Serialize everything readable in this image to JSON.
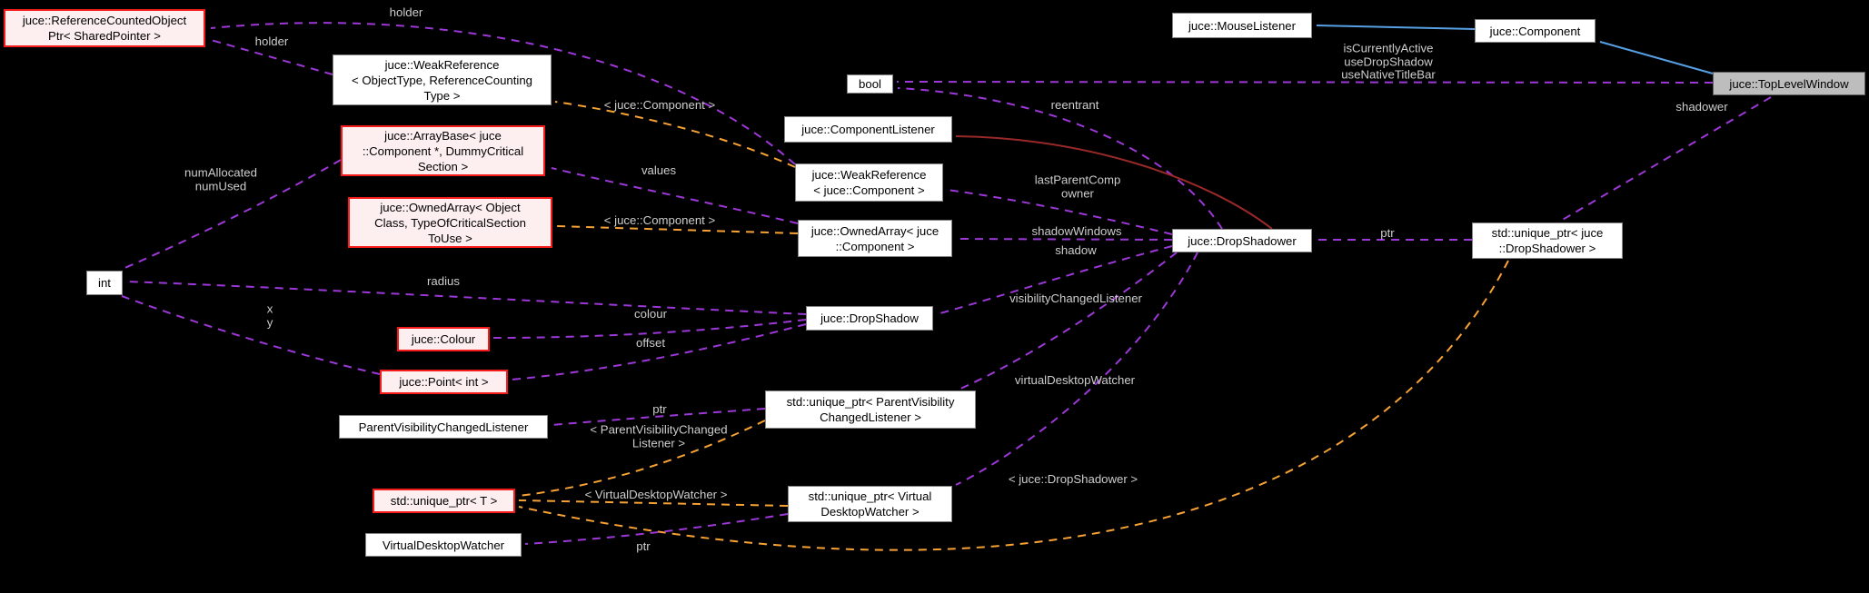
{
  "diagram": {
    "type": "doxygen-collaboration-graph",
    "subject": "juce::TopLevelWindow",
    "colors": {
      "background": "#000000",
      "member-edge": "#9D38D8",
      "template-instantiation-edge": "#F7A234",
      "public-inheritance-edge": "#57A0E4",
      "private-inheritance-edge": "#992929",
      "node-fill": "#FFFFFF",
      "node-border": "#858585",
      "truncated-node-fill": "#FDEFEF",
      "truncated-node-border": "#F61B1B",
      "subject-node-fill": "#BDBDBD",
      "edge-label-color": "#CDCDCD"
    },
    "nodes": [
      {
        "id": "refcounted",
        "lines": [
          "juce::ReferenceCountedObject",
          "Ptr< SharedPointer >"
        ]
      },
      {
        "id": "weakref-generic",
        "lines": [
          "juce::WeakReference",
          "< ObjectType, ReferenceCounting",
          "Type >"
        ]
      },
      {
        "id": "arraybase",
        "lines": [
          "juce::ArrayBase< juce",
          "::Component *, DummyCritical",
          "Section >"
        ]
      },
      {
        "id": "ownedarray-generic",
        "lines": [
          "juce::OwnedArray< Object",
          "Class, TypeOfCriticalSection",
          "ToUse >"
        ]
      },
      {
        "id": "int",
        "lines": [
          "int"
        ]
      },
      {
        "id": "colour",
        "lines": [
          "juce::Colour"
        ]
      },
      {
        "id": "point-int",
        "lines": [
          "juce::Point< int >"
        ]
      },
      {
        "id": "parent-visibility-changed-listener",
        "lines": [
          "ParentVisibilityChangedListener"
        ]
      },
      {
        "id": "unique-ptr-t",
        "lines": [
          "std::unique_ptr< T >"
        ]
      },
      {
        "id": "virtual-desktop-watcher",
        "lines": [
          "VirtualDesktopWatcher"
        ]
      },
      {
        "id": "bool",
        "lines": [
          "bool"
        ]
      },
      {
        "id": "component-listener",
        "lines": [
          "juce::ComponentListener"
        ]
      },
      {
        "id": "weakref-component",
        "lines": [
          "juce::WeakReference",
          "< juce::Component >"
        ]
      },
      {
        "id": "ownedarray-component",
        "lines": [
          "juce::OwnedArray< juce",
          "::Component >"
        ]
      },
      {
        "id": "dropshadow",
        "lines": [
          "juce::DropShadow"
        ]
      },
      {
        "id": "unique-ptr-parent-visibility",
        "lines": [
          "std::unique_ptr< ParentVisibility",
          "ChangedListener >"
        ]
      },
      {
        "id": "unique-ptr-virtual-desktop",
        "lines": [
          "std::unique_ptr< Virtual",
          "DesktopWatcher >"
        ]
      },
      {
        "id": "dropshadower",
        "lines": [
          "juce::DropShadower"
        ]
      },
      {
        "id": "unique-ptr-dropshadower",
        "lines": [
          "std::unique_ptr< juce",
          "::DropShadower >"
        ]
      },
      {
        "id": "mouselistener",
        "lines": [
          "juce::MouseListener"
        ]
      },
      {
        "id": "component",
        "lines": [
          "juce::Component"
        ]
      },
      {
        "id": "toplevelwindow",
        "lines": [
          "juce::TopLevelWindow"
        ]
      }
    ],
    "edge_labels": [
      {
        "id": "holder-top",
        "text": "holder"
      },
      {
        "id": "holder-mid",
        "text": "holder"
      },
      {
        "id": "tmpl-component-weakref",
        "text": "< juce::Component >"
      },
      {
        "id": "values",
        "text": "values"
      },
      {
        "id": "tmpl-component-ownedarray",
        "text": "< juce::Component >"
      },
      {
        "id": "numallocated-numused",
        "text": "numAllocated\nnumUsed"
      },
      {
        "id": "radius",
        "text": "radius"
      },
      {
        "id": "x-y",
        "text": "x\ny"
      },
      {
        "id": "colour",
        "text": "colour"
      },
      {
        "id": "offset",
        "text": "offset"
      },
      {
        "id": "ptr-parent-visibility",
        "text": "ptr"
      },
      {
        "id": "tmpl-parent-visibility",
        "text": "< ParentVisibilityChanged\nListener >"
      },
      {
        "id": "tmpl-virtual-desktop",
        "text": "< VirtualDesktopWatcher >"
      },
      {
        "id": "ptr-virtual-desktop",
        "text": "ptr"
      },
      {
        "id": "reentrant",
        "text": "reentrant"
      },
      {
        "id": "lastparentcomp-owner",
        "text": "lastParentComp\nowner"
      },
      {
        "id": "shadowwindows",
        "text": "shadowWindows"
      },
      {
        "id": "shadow",
        "text": "shadow"
      },
      {
        "id": "visibilitychangedlistener",
        "text": "visibilityChangedListener"
      },
      {
        "id": "virtualdesktopwatcher",
        "text": "virtualDesktopWatcher"
      },
      {
        "id": "tmpl-dropshadower",
        "text": "< juce::DropShadower >"
      },
      {
        "id": "ptr-dropshadower",
        "text": "ptr"
      },
      {
        "id": "shadower",
        "text": "shadower"
      },
      {
        "id": "tlw-bool-members",
        "text": "isCurrentlyActive\nuseDropShadow\nuseNativeTitleBar"
      }
    ],
    "edges": [
      {
        "from": "toplevelwindow",
        "to": "bool",
        "label": "isCurrentlyActive useDropShadow useNativeTitleBar",
        "kind": "member"
      },
      {
        "from": "dropshadower",
        "to": "bool",
        "label": "reentrant",
        "kind": "member"
      },
      {
        "from": "dropshadower",
        "to": "component-listener",
        "label": "",
        "kind": "private-inheritance"
      },
      {
        "from": "dropshadower",
        "to": "weakref-component",
        "label": "lastParentComp owner",
        "kind": "member"
      },
      {
        "from": "dropshadower",
        "to": "ownedarray-component",
        "label": "shadowWindows",
        "kind": "member"
      },
      {
        "from": "dropshadower",
        "to": "dropshadow",
        "label": "shadow",
        "kind": "member"
      },
      {
        "from": "dropshadower",
        "to": "unique-ptr-parent-visibility",
        "label": "visibilityChangedListener",
        "kind": "member"
      },
      {
        "from": "dropshadower",
        "to": "unique-ptr-virtual-desktop",
        "label": "virtualDesktopWatcher",
        "kind": "member"
      },
      {
        "from": "unique-ptr-dropshadower",
        "to": "dropshadower",
        "label": "ptr",
        "kind": "member"
      },
      {
        "from": "toplevelwindow",
        "to": "unique-ptr-dropshadower",
        "label": "shadower",
        "kind": "member"
      },
      {
        "from": "unique-ptr-dropshadower",
        "to": "unique-ptr-t",
        "label": "< juce::DropShadower >",
        "kind": "template-instantiation"
      },
      {
        "from": "unique-ptr-parent-visibility",
        "to": "unique-ptr-t",
        "label": "< ParentVisibilityChanged Listener >",
        "kind": "template-instantiation"
      },
      {
        "from": "unique-ptr-virtual-desktop",
        "to": "unique-ptr-t",
        "label": "< VirtualDesktopWatcher >",
        "kind": "template-instantiation"
      },
      {
        "from": "unique-ptr-parent-visibility",
        "to": "parent-visibility-changed-listener",
        "label": "ptr",
        "kind": "member"
      },
      {
        "from": "unique-ptr-virtual-desktop",
        "to": "virtual-desktop-watcher",
        "label": "ptr",
        "kind": "member"
      },
      {
        "from": "weakref-component",
        "to": "weakref-generic",
        "label": "< juce::Component >",
        "kind": "template-instantiation"
      },
      {
        "from": "ownedarray-component",
        "to": "ownedarray-generic",
        "label": "< juce::Component >",
        "kind": "template-instantiation"
      },
      {
        "from": "weakref-generic",
        "to": "refcounted",
        "label": "holder",
        "kind": "member"
      },
      {
        "from": "weakref-component",
        "to": "refcounted",
        "label": "holder",
        "kind": "member"
      },
      {
        "from": "arraybase",
        "to": "int",
        "label": "numAllocated numUsed",
        "kind": "member"
      },
      {
        "from": "ownedarray-component",
        "to": "arraybase",
        "label": "values",
        "kind": "member"
      },
      {
        "from": "dropshadow",
        "to": "int",
        "label": "radius",
        "kind": "member"
      },
      {
        "from": "dropshadow",
        "to": "colour",
        "label": "colour",
        "kind": "member"
      },
      {
        "from": "dropshadow",
        "to": "point-int",
        "label": "offset",
        "kind": "member"
      },
      {
        "from": "point-int",
        "to": "int",
        "label": "x y",
        "kind": "member"
      },
      {
        "from": "component",
        "to": "mouselistener",
        "label": "",
        "kind": "public-inheritance"
      },
      {
        "from": "toplevelwindow",
        "to": "component",
        "label": "",
        "kind": "public-inheritance"
      }
    ]
  }
}
